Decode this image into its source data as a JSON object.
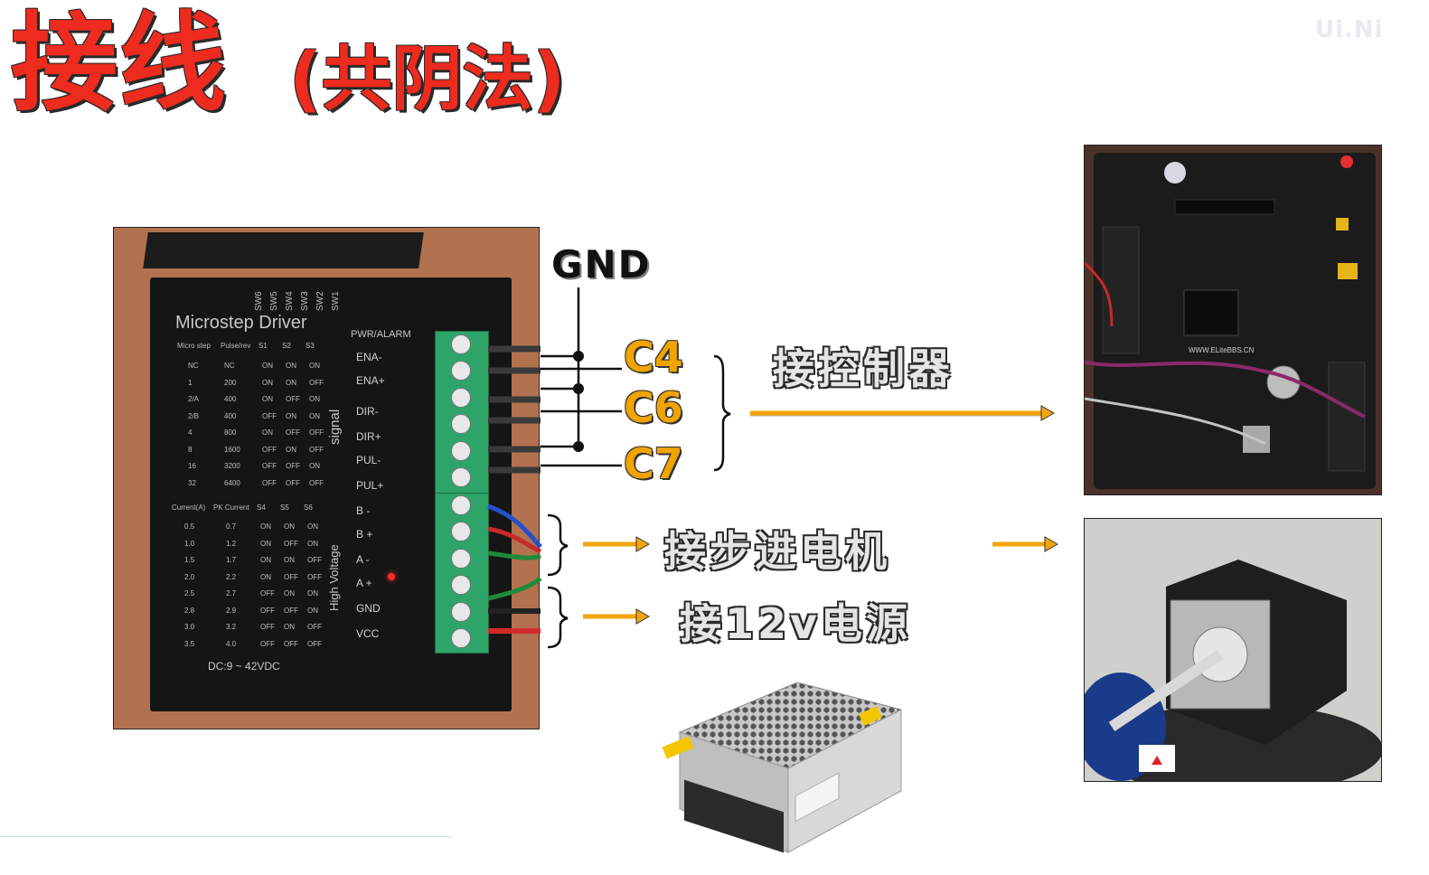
{
  "title": {
    "main": "接线",
    "sub": "(共阴法)"
  },
  "watermark": "Ui.Ni",
  "driver": {
    "brand": "Microstep Driver",
    "sw_labels": [
      "SW6",
      "SW5",
      "SW4",
      "SW3",
      "SW2",
      "SW1"
    ],
    "pwr_alarm": "PWR/ALARM",
    "signal_label": "signal",
    "high_voltage_label": "High Voltage",
    "microstep_header": [
      "Micro step",
      "Pulse/rev",
      "S1",
      "S2",
      "S3"
    ],
    "microstep_rows": [
      [
        "NC",
        "NC",
        "ON",
        "ON",
        "ON"
      ],
      [
        "1",
        "200",
        "ON",
        "ON",
        "OFF"
      ],
      [
        "2/A",
        "400",
        "ON",
        "OFF",
        "ON"
      ],
      [
        "2/B",
        "400",
        "OFF",
        "ON",
        "ON"
      ],
      [
        "4",
        "800",
        "ON",
        "OFF",
        "OFF"
      ],
      [
        "8",
        "1600",
        "OFF",
        "ON",
        "OFF"
      ],
      [
        "16",
        "3200",
        "OFF",
        "OFF",
        "ON"
      ],
      [
        "32",
        "6400",
        "OFF",
        "OFF",
        "OFF"
      ]
    ],
    "current_header": [
      "Current(A)",
      "PK Current",
      "S4",
      "S5",
      "S6"
    ],
    "current_rows": [
      [
        "0.5",
        "0.7",
        "ON",
        "ON",
        "ON"
      ],
      [
        "1.0",
        "1.2",
        "ON",
        "OFF",
        "ON"
      ],
      [
        "1.5",
        "1.7",
        "ON",
        "ON",
        "OFF"
      ],
      [
        "2.0",
        "2.2",
        "ON",
        "OFF",
        "OFF"
      ],
      [
        "2.5",
        "2.7",
        "OFF",
        "ON",
        "ON"
      ],
      [
        "2.8",
        "2.9",
        "OFF",
        "OFF",
        "ON"
      ],
      [
        "3.0",
        "3.2",
        "OFF",
        "ON",
        "OFF"
      ],
      [
        "3.5",
        "4.0",
        "OFF",
        "OFF",
        "OFF"
      ]
    ],
    "dc_label": "DC:9 ~ 42VDC",
    "terminals": [
      "ENA-",
      "ENA+",
      "DIR-",
      "DIR+",
      "PUL-",
      "PUL+",
      "B -",
      "B +",
      "A -",
      "A +",
      "GND",
      "VCC"
    ]
  },
  "gnd_label": "GND",
  "pins": {
    "c4": "C4",
    "c6": "C6",
    "c7": "C7"
  },
  "labels": {
    "controller": "接控制器",
    "stepper": "接步进电机",
    "power": "接12v电源"
  },
  "mcu_board_text": "WWW.ELiteBBS.CN",
  "colors": {
    "title_red": "#ee2b1f",
    "pin_orange": "#f0a400",
    "arrow_orange": "#f2a50a"
  }
}
